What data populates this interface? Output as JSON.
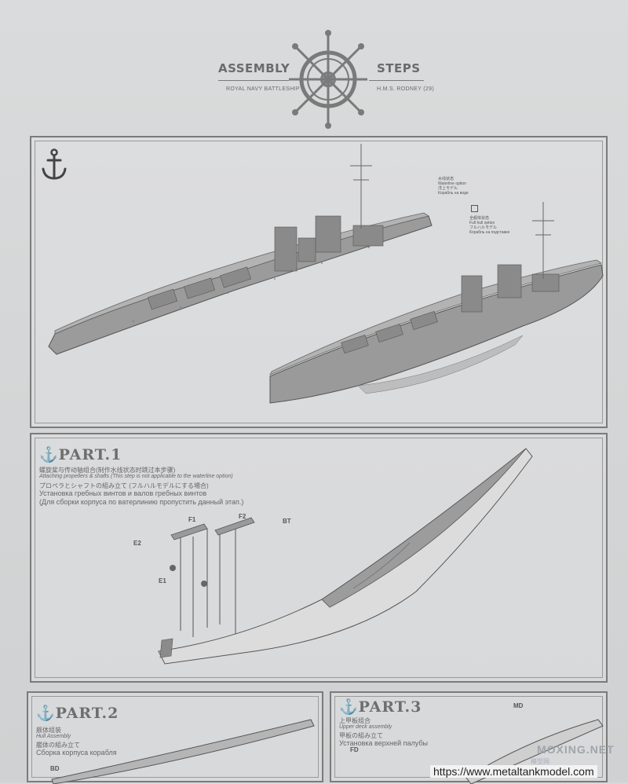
{
  "header": {
    "left_title": "ASSEMBLY",
    "right_title": "STEPS",
    "left_sub": "ROYAL NAVY BATTLESHIP",
    "right_sub": "H.M.S. RODNEY (29)"
  },
  "overview": {
    "waterline": {
      "zh": "水线状态",
      "en": "Waterline option",
      "ja": "洋上モデル",
      "ru": "Корабль на воде"
    },
    "fullhull": {
      "zh": "全舰体状态",
      "en": "Full hull option",
      "ja": "フルハルモデル",
      "ru": "Корабль на подставке"
    }
  },
  "part1": {
    "title": "PART.1",
    "zh": "螺旋桨与传动轴组合(制作水线状态时跳过本步骤)",
    "en": "Attaching propellers & shafts (This step is not applicable to the waterline option)",
    "ja": "プロペラとシャフトの組み立て (フルハルモデルにする場合)",
    "ru1": "Установка гребных винтов и валов гребных винтов",
    "ru2": "(Для сборки корпуса по ватерлинию пропустить данный этап.)",
    "labels": {
      "f1": "F1",
      "f2": "F2",
      "bt": "BT",
      "e2": "E2",
      "e1": "E1"
    }
  },
  "part2": {
    "title": "PART.2",
    "zh": "舰体组装",
    "en": "Hull Assembly",
    "ja": "艦体の組み立て",
    "ru": "Сборка корпуса корабля",
    "label": "BD"
  },
  "part3": {
    "title": "PART.3",
    "zh": "上甲板组合",
    "en": "Upper deck assembly",
    "ja": "甲板の組み立て",
    "ru": "Установка верхней палубы",
    "label_md": "MD",
    "label_fd": "FD"
  },
  "watermark": {
    "brand": "MOXING.NET",
    "sub": "模型网"
  },
  "source_url": "https://www.metaltankmodel.com"
}
